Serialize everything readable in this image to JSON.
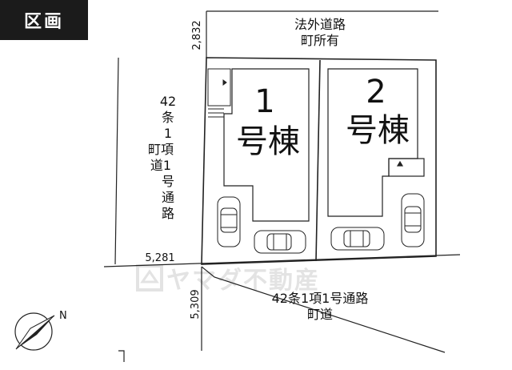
{
  "badge": "区画",
  "top_road": {
    "line1": "法外道路",
    "line2": "町所有"
  },
  "left_road": {
    "num": "42",
    "chars": [
      "条",
      "1",
      "町項",
      "道1",
      "号",
      "通",
      "路"
    ]
  },
  "bottom_road": {
    "line1": "42条1項1号通路",
    "line2": "町道"
  },
  "lots": [
    {
      "num": "1",
      "label": "号棟"
    },
    {
      "num": "2",
      "label": "号棟"
    }
  ],
  "dimensions": {
    "top": "2,832",
    "left": "5,281",
    "bottom": "5,309"
  },
  "compass": "N",
  "watermark": "ヤマダ不動産"
}
